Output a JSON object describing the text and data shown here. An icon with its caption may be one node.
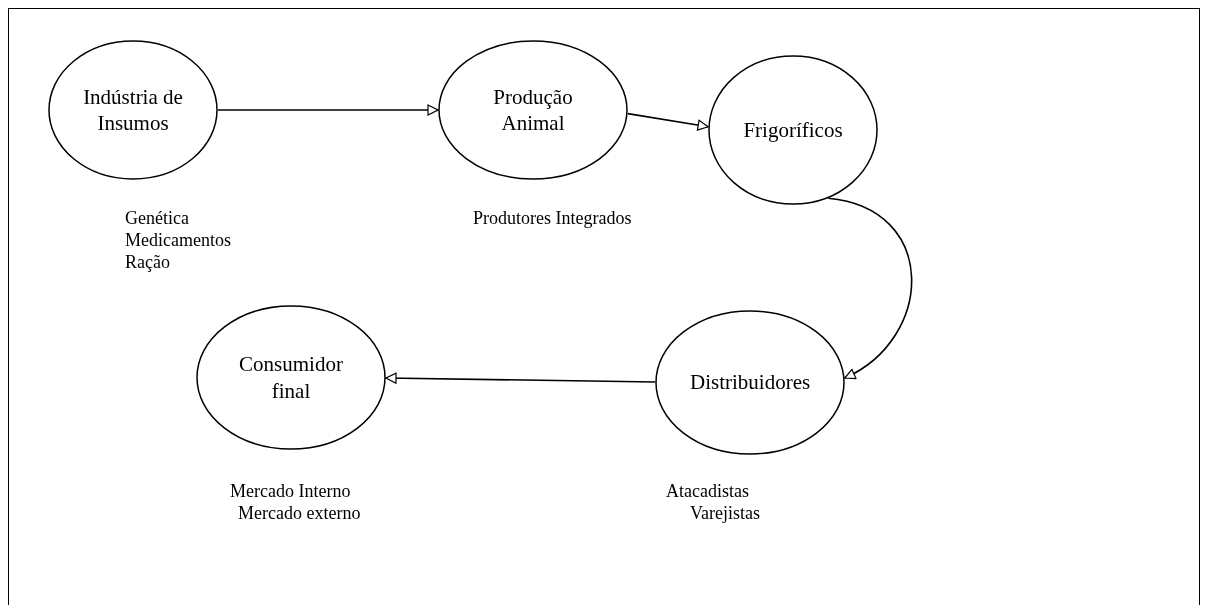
{
  "diagram": {
    "nodes": [
      {
        "text": [
          "Indústria de Insumos"
        ],
        "beside": [
          "Genética",
          "Medicamentos",
          "Ração"
        ]
      },
      {
        "text": [
          "Produção Animal"
        ],
        "beside": [
          "Produtores Integrados"
        ]
      },
      {
        "text": [
          "Frigoríficos"
        ]
      },
      {
        "text": [
          "Distribuidores"
        ],
        "beside": [
          "Atacadistas",
          "Varejistas"
        ]
      },
      {
        "text": [
          "Consumidor final"
        ],
        "beside": [
          "Mercado Interno",
          "Mercado externo"
        ]
      }
    ],
    "edges": [
      {
        "from": 0,
        "to": 1,
        "arrow": "to"
      },
      {
        "from": 1,
        "to": 2,
        "arrow": "to"
      },
      {
        "from": 2,
        "to": 3,
        "arrow": "to"
      },
      {
        "from": 3,
        "to": 4,
        "arrow": "to"
      }
    ]
  }
}
